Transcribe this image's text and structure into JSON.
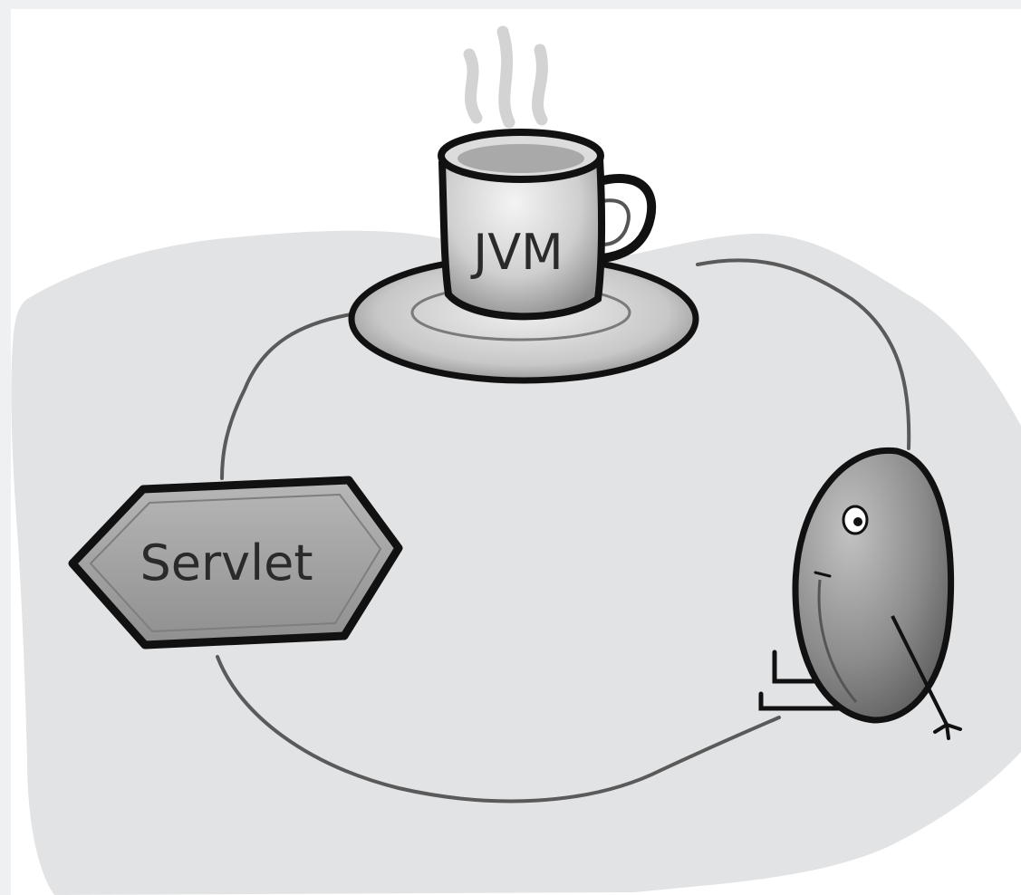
{
  "diagram": {
    "nodes": [
      {
        "id": "jvm",
        "label": "JVM",
        "icon": "coffee-cup-icon"
      },
      {
        "id": "servlet",
        "label": "Servlet",
        "icon": "hexagon-shape"
      },
      {
        "id": "bean",
        "label": "",
        "icon": "bean-character-icon"
      }
    ],
    "edges": [
      {
        "from": "jvm",
        "to": "servlet"
      },
      {
        "from": "jvm",
        "to": "bean"
      },
      {
        "from": "servlet",
        "to": "bean"
      }
    ]
  },
  "colors": {
    "background_blob": "#e2e3e5",
    "connector": "#5a5a5a",
    "outline": "#111111",
    "servlet_fill": "#9d9d9d",
    "bean_fill": "#8c8c8c",
    "cup_fill": "#d4d4d4",
    "saucer_fill": "#d0d0d0",
    "steam": "#c9c9c9"
  }
}
